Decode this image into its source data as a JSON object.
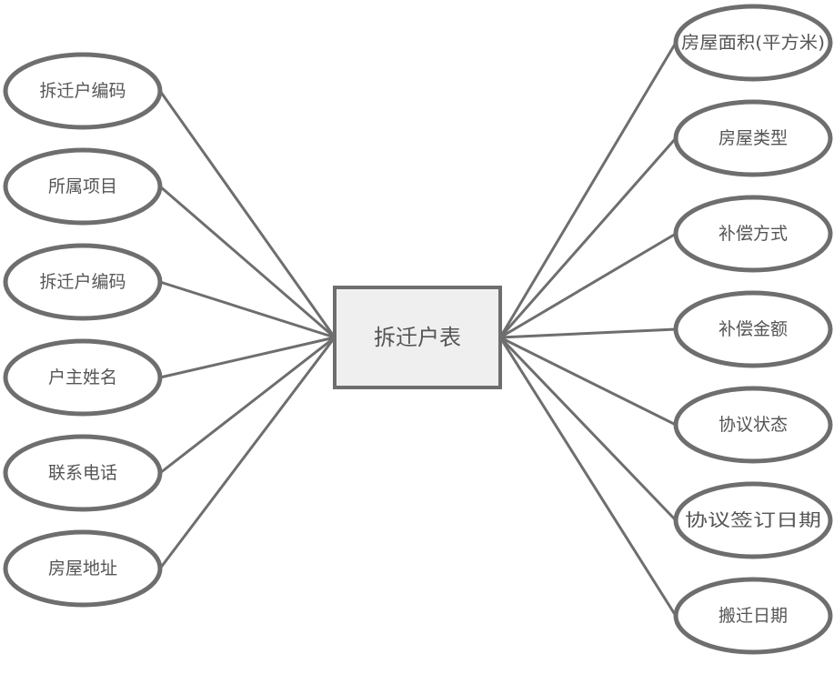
{
  "entity": {
    "label": "拆迁户表"
  },
  "attributes_left": [
    {
      "label": "拆迁户编码"
    },
    {
      "label": "所属项目"
    },
    {
      "label": "拆迁户编码"
    },
    {
      "label": "户主姓名"
    },
    {
      "label": "联系电话"
    },
    {
      "label": "房屋地址"
    }
  ],
  "attributes_right": [
    {
      "label": "房屋面积(平方米)"
    },
    {
      "label": "房屋类型"
    },
    {
      "label": "补偿方式"
    },
    {
      "label": "补偿金额"
    },
    {
      "label": "协议状态"
    },
    {
      "label": "协议签订日期"
    },
    {
      "label": "搬迁日期"
    }
  ],
  "colors": {
    "stroke": "#6e6e6e",
    "text": "#555555",
    "entity_fill": "#efefef",
    "ellipse_fill": "#ffffff"
  }
}
